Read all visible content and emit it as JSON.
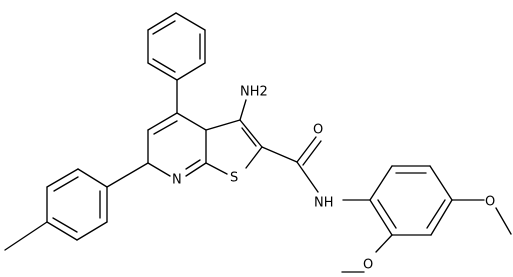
{
  "labels": {
    "nh2": "NH2",
    "n_amide": "NH",
    "n_pyridine": "N",
    "s_thiophene": "S",
    "o_carbonyl": "O",
    "o_methoxy_para": "O",
    "o_methoxy_ortho": "O"
  }
}
